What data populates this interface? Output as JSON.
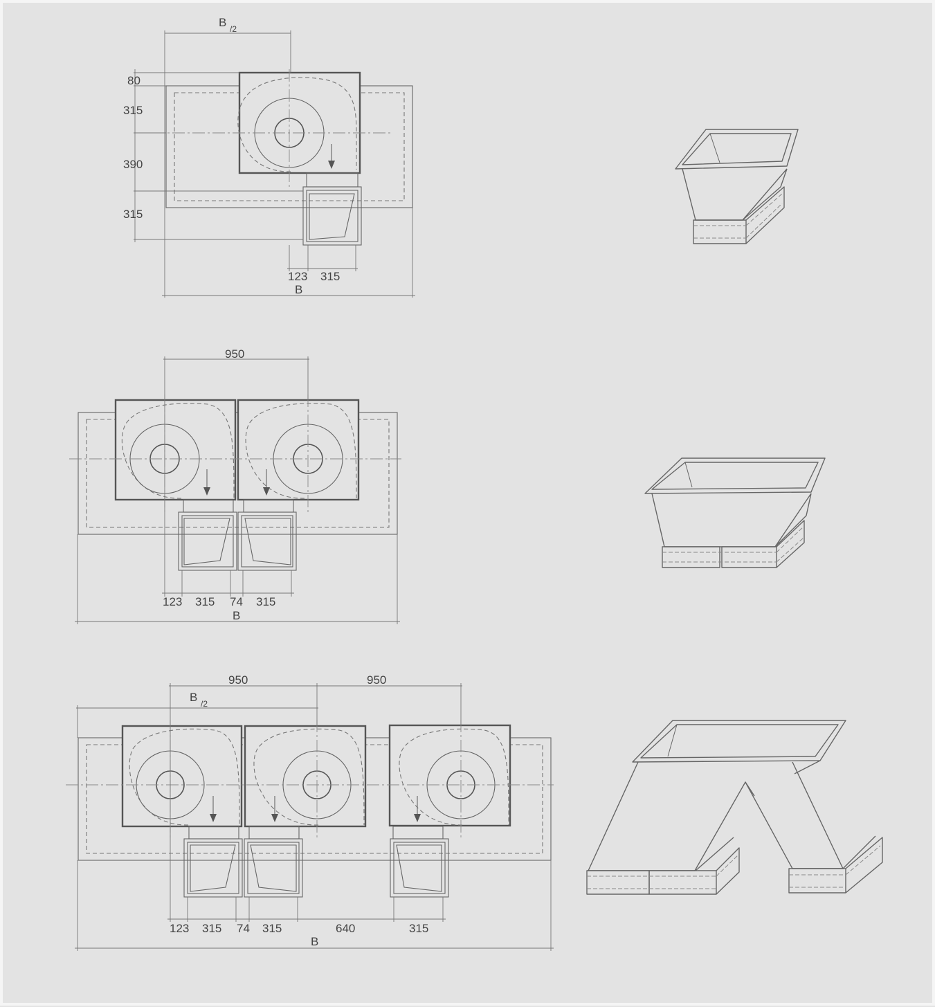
{
  "views": {
    "single": {
      "dims": {
        "half_b": "B",
        "half_b_sub": "/2",
        "d80": "80",
        "d315a": "315",
        "d390": "390",
        "d315b": "315",
        "d123": "123",
        "d315c": "315",
        "b": "B"
      }
    },
    "double": {
      "dims": {
        "d950": "950",
        "d123": "123",
        "d315a": "315",
        "d74": "74",
        "d315b": "315",
        "b": "B"
      }
    },
    "triple": {
      "dims": {
        "d950a": "950",
        "d950b": "950",
        "half_b": "B",
        "half_b_sub": "/2",
        "d123": "123",
        "d315a": "315",
        "d74": "74",
        "d315b": "315",
        "d640": "640",
        "d315c": "315",
        "b": "B"
      }
    }
  },
  "colors": {
    "paper": "#e3e3e3",
    "ink": "#555555"
  }
}
